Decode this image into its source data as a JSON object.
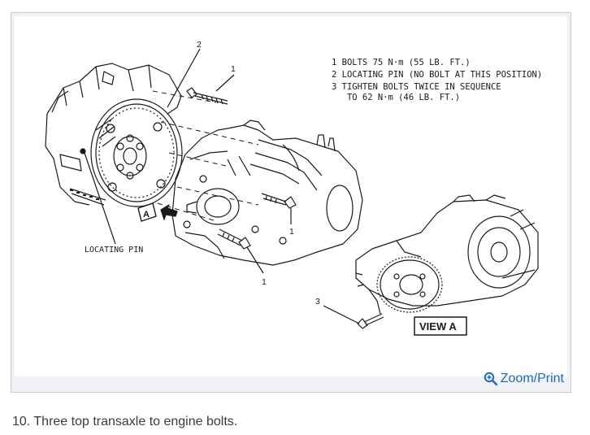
{
  "figure": {
    "legend": [
      "1  BOLTS 75 N·m (55 LB. FT.)",
      "2  LOCATING PIN (NO BOLT AT THIS POSITION)",
      "3  TIGHTEN BOLTS TWICE IN SEQUENCE",
      "   TO 62 N·m (46 LB. FT.)"
    ],
    "callouts": {
      "two": "2",
      "one_top": "1",
      "one_mid": "1",
      "one_bottom": "1",
      "three": "3",
      "view_marker": "A"
    },
    "locating_pin_label": "LOCATING PIN",
    "view_label": "VIEW A"
  },
  "zoom": {
    "label": "Zoom/Print",
    "icon": "magnifier-plus-icon"
  },
  "caption": "10. Three top transaxle to engine bolts.",
  "colors": {
    "link": "#1f68bd",
    "line": "#1a1a1a",
    "panel": "#eff1f4"
  }
}
